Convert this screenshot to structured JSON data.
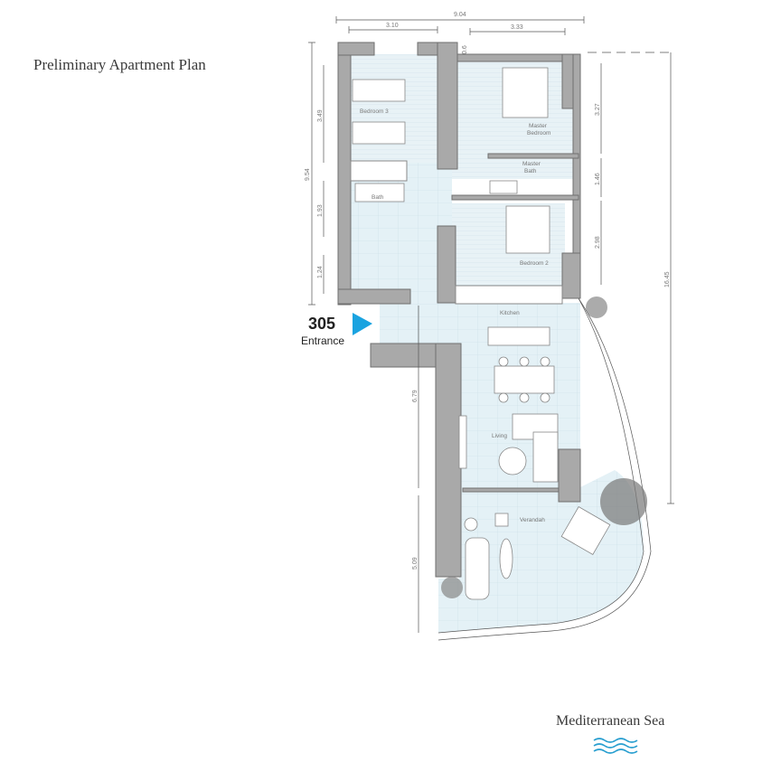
{
  "title": "Preliminary Apartment Plan",
  "unit": {
    "number": "305",
    "entrance_label": "Entrance",
    "arrow_color": "#1aa3e0"
  },
  "rooms": {
    "bedroom3": "Bedroom 3",
    "master_bedroom_1": "Master",
    "master_bedroom_2": "Bedroom",
    "master_bath_1": "Master",
    "master_bath_2": "Bath",
    "bath": "Bath",
    "bedroom2": "Bedroom 2",
    "kitchen": "Kitchen",
    "living": "Living",
    "verandah": "Verandah"
  },
  "dimensions": {
    "total_width": "9.04",
    "bedroom3_width": "3.10",
    "master_width": "3.33",
    "small_offset": "0.6",
    "bedroom3_depth": "3.49",
    "left_total": "9.54",
    "bath_depth": "1.93",
    "wc_depth": "1.24",
    "master_depth": "3.27",
    "master_bath_depth": "1.46",
    "bedroom2_depth": "2.98",
    "right_total": "16.45",
    "living_depth": "6.79",
    "verandah_depth": "5.09"
  },
  "footer": {
    "sea_label": "Mediterranean Sea",
    "wave_color": "#2a9fd0"
  }
}
